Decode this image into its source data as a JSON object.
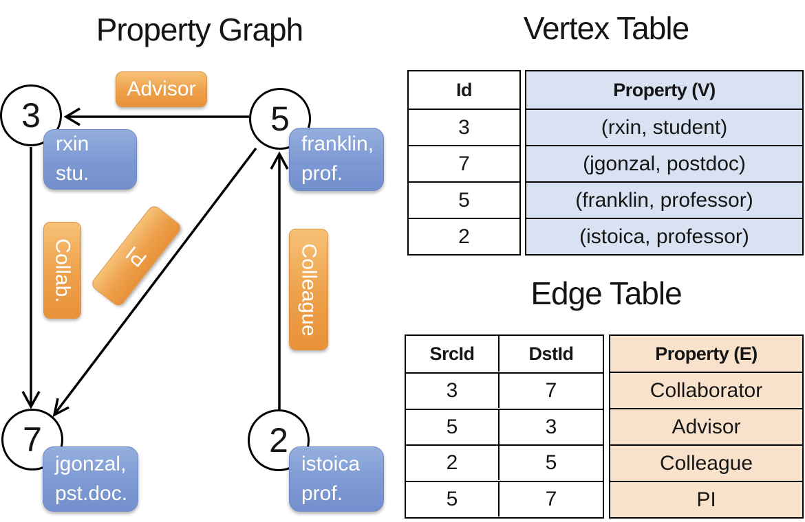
{
  "graph": {
    "title": "Property Graph",
    "nodes": [
      {
        "id": "3"
      },
      {
        "id": "5"
      },
      {
        "id": "7"
      },
      {
        "id": "2"
      }
    ],
    "vertex_labels": [
      {
        "line1": "rxin",
        "line2": "stu."
      },
      {
        "line1": "franklin,",
        "line2": "prof."
      },
      {
        "line1": "jgonzal,",
        "line2": "pst.doc."
      },
      {
        "line1": "istoica",
        "line2": "prof."
      }
    ],
    "edge_labels": [
      {
        "label": "Advisor"
      },
      {
        "label": "Collab."
      },
      {
        "label": "PI"
      },
      {
        "label": "Colleague"
      }
    ]
  },
  "vertex_table": {
    "title": "Vertex Table",
    "columns": {
      "id": "Id",
      "property": "Property (V)"
    },
    "rows": [
      {
        "id": "3",
        "property": "(rxin, student)"
      },
      {
        "id": "7",
        "property": "(jgonzal, postdoc)"
      },
      {
        "id": "5",
        "property": "(franklin, professor)"
      },
      {
        "id": "2",
        "property": "(istoica, professor)"
      }
    ]
  },
  "edge_table": {
    "title": "Edge Table",
    "columns": {
      "src": "SrcId",
      "dst": "DstId",
      "property": "Property (E)"
    },
    "rows": [
      {
        "src": "3",
        "dst": "7",
        "property": "Collaborator"
      },
      {
        "src": "5",
        "dst": "3",
        "property": "Advisor"
      },
      {
        "src": "2",
        "dst": "5",
        "property": "Colleague"
      },
      {
        "src": "5",
        "dst": "7",
        "property": "PI"
      }
    ]
  },
  "colors": {
    "vertex_property_fill": "#d9e2f3",
    "edge_property_fill": "#f8e2cb",
    "edge_label_orange": "#ed9d43",
    "vertex_label_blue": "#7e9ad3",
    "line_black": "#000000",
    "text_white": "#ffffff"
  }
}
